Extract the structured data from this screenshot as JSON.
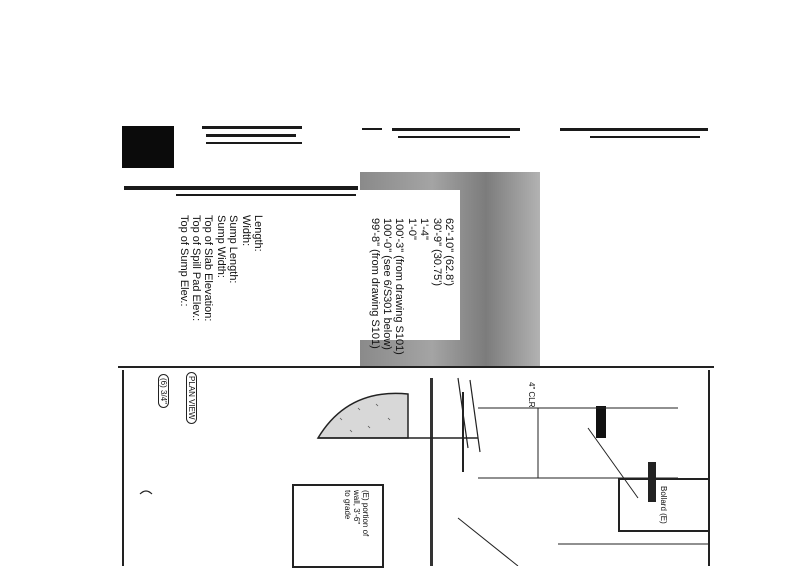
{
  "sump": {
    "labels": [
      "Length:",
      "Width:",
      "Sump Length:",
      "Sump Width:",
      "Top of Slab Elevation:",
      "Top of Spill Pad Elev.:",
      "Top of Sump Elev.:"
    ],
    "values": [
      "62'-10\" (62.8')",
      "30'-9\" (30.75')",
      "1'-4\"",
      "1'-0\"",
      "100'-3\" (from drawing S101)",
      "100'-0\" (see 6/S301 below)",
      "99'-8\" (from drawing S101)"
    ]
  },
  "drawing": {
    "note_box_lines": [
      "(E) portion of",
      "wall, 3'-6\"",
      "to grade"
    ],
    "callout_box_lines": [
      "Bollard (E)"
    ],
    "tags": [
      "(6) 3/4\"",
      "4\" CLR",
      "PLAN VIEW"
    ]
  }
}
